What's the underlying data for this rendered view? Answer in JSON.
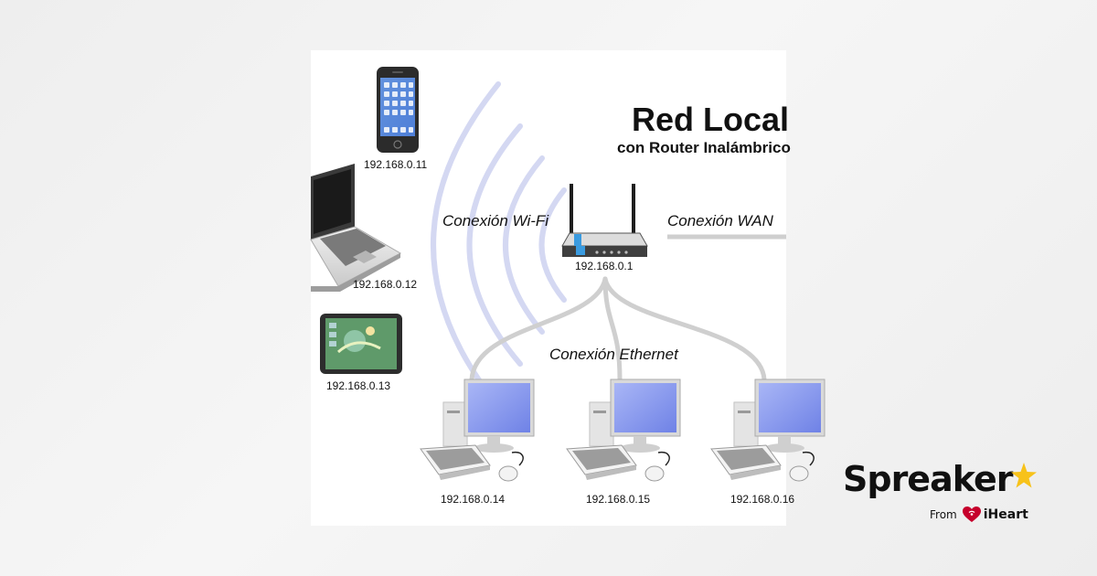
{
  "diagram": {
    "title": "Red Local",
    "subtitle": "con Router Inalámbrico",
    "router_ip": "192.168.0.1",
    "labels": {
      "wifi": "Conexión Wi-Fi",
      "wan": "Conexión WAN",
      "ethernet": "Conexión Ethernet"
    },
    "wireless_devices": [
      {
        "type": "smartphone",
        "ip": "192.168.0.11"
      },
      {
        "type": "laptop",
        "ip": "192.168.0.12"
      },
      {
        "type": "tablet",
        "ip": "192.168.0.13"
      }
    ],
    "wired_devices": [
      {
        "type": "desktop-pc",
        "ip": "192.168.0.14"
      },
      {
        "type": "desktop-pc",
        "ip": "192.168.0.15"
      },
      {
        "type": "desktop-pc",
        "ip": "192.168.0.16"
      }
    ],
    "colors": {
      "wifi_waves": "#d4d8f2",
      "links": "#cfcfcf",
      "screen": "#8c9cf0",
      "router_accent": "#3a9be0"
    }
  },
  "branding": {
    "name": "Spreaker",
    "from_label": "From",
    "partner": "iHeart",
    "star_color": "#f7c21a",
    "heart_color": "#c6002b"
  }
}
